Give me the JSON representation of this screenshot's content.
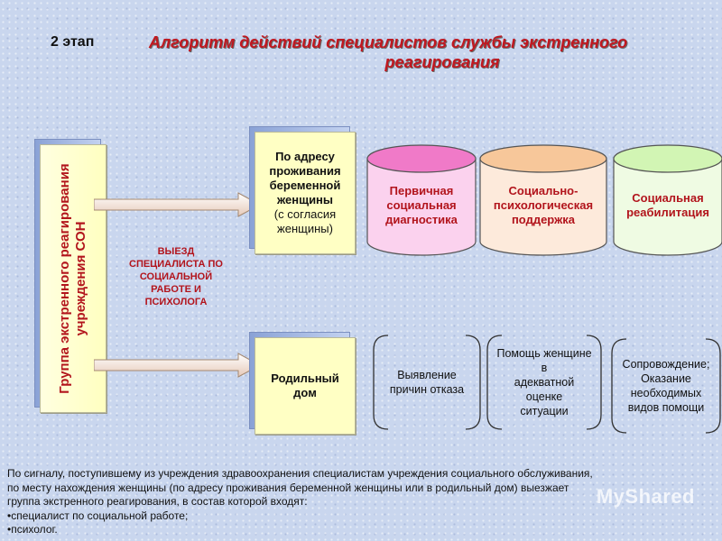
{
  "header": {
    "stage": "2 этап",
    "title_line1": "Алгоритм действий специалистов службы экстренного",
    "title_line2": "реагирования"
  },
  "left_box": {
    "line1": "Группа экстренного реагирования",
    "line2": "учреждения СОН"
  },
  "exit_label": {
    "line1": "ВЫЕЗД",
    "line2": "СПЕЦИАЛИСТА ПО",
    "line3": "СОЦИАЛЬНОЙ",
    "line4": "РАБОТЕ И",
    "line5": "ПСИХОЛОГА"
  },
  "destination_home": {
    "line1": "По адресу",
    "line2": "проживания",
    "line3": "беременной",
    "line4": "женщины",
    "note_line1": "(с согласия",
    "note_line2": "женщины)"
  },
  "destination_maternity": {
    "line1": "Родильный",
    "line2": "дом"
  },
  "cylinders": [
    {
      "line1": "Первичная",
      "line2": "социальная",
      "line3": "диагностика",
      "top_color": "#f07ac8",
      "body_color": "#fbd2ee"
    },
    {
      "line1": "Социально-",
      "line2": "психологическая",
      "line3": "поддержка",
      "top_color": "#f7c79a",
      "body_color": "#fdeadb"
    },
    {
      "line1": "Социальная",
      "line2": "реабилитация",
      "line3": "",
      "top_color": "#d2f5b4",
      "body_color": "#effbe3"
    }
  ],
  "brackets": [
    {
      "line1": "Выявление",
      "line2": "причин отказа",
      "line3": "",
      "line4": ""
    },
    {
      "line1": "Помощь женщине в",
      "line2": "адекватной оценке",
      "line3": "ситуации",
      "line4": ""
    },
    {
      "line1": "Сопровождение;",
      "line2": "Оказание",
      "line3": "необходимых",
      "line4": "видов помощи"
    }
  ],
  "footer": {
    "line1": "По сигналу, поступившему из учреждения здравоохранения специалистам учреждения социального обслуживания,",
    "line2": "по месту нахождения женщины (по адресу проживания беременной женщины или в родильный дом) выезжает",
    "line3": "группа экстренного реагирования, в состав которой входят:",
    "line4": "•специалист по социальной работе;",
    "line5": "•психолог."
  },
  "watermark": "MyShared"
}
